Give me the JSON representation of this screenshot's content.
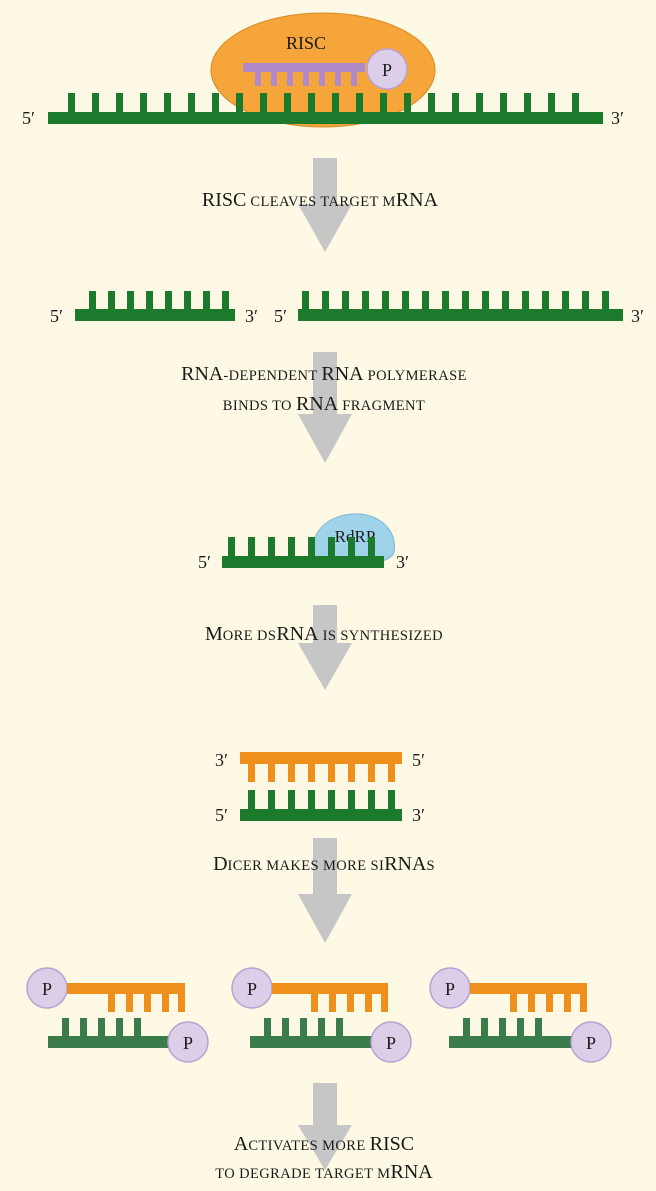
{
  "colors": {
    "background": "#fdf9e4",
    "mrna_green": "#1c7a2c",
    "sirna_green": "#3a7d4a",
    "dsrna_orange": "#f0901c",
    "risc_orange": "#f6a53a",
    "guide_purple": "#b08ac8",
    "phosphate_purple": "#dccde9",
    "rdrp_blue": "#9fd3ea",
    "arrow_gray": "#c6c6c6"
  },
  "icons": {
    "risc_complex": "orange-ellipse",
    "rdrp_enzyme": "blue-blob",
    "phosphate": "circle-with-P",
    "process_arrow": "down-arrow"
  },
  "labels": {
    "risc": "RISC",
    "rdrp": "RdRP",
    "phosphate": "P",
    "five_prime": "5′",
    "three_prime": "3′"
  },
  "steps": {
    "risc_cleaves": {
      "big": "RISC",
      "small": " cleaves target m",
      "tail": "RNA"
    },
    "rdrp_binds": {
      "line1": [
        {
          "t": "RNA",
          "s": false
        },
        {
          "t": "-dependent ",
          "s": true
        },
        {
          "t": "RNA",
          "s": false
        },
        {
          "t": " polymerase",
          "s": true
        }
      ],
      "line2": [
        {
          "t": "binds to ",
          "s": true
        },
        {
          "t": "RNA",
          "s": false
        },
        {
          "t": " fragment",
          "s": true
        }
      ]
    },
    "more_dsrna": [
      {
        "t": "M",
        "s": false
      },
      {
        "t": "ore ds",
        "s": true
      },
      {
        "t": "RNA",
        "s": false
      },
      {
        "t": " is synthesized",
        "s": true
      }
    ],
    "dicer": [
      {
        "t": "D",
        "s": false
      },
      {
        "t": "icer makes more si",
        "s": true
      },
      {
        "t": "RNA",
        "s": false
      },
      {
        "t": "s",
        "s": true
      }
    ],
    "activates": {
      "line1": [
        {
          "t": "A",
          "s": false
        },
        {
          "t": "ctivates more ",
          "s": true
        },
        {
          "t": "RISC",
          "s": false
        }
      ],
      "line2": [
        {
          "t": "to degrade target m",
          "s": true
        },
        {
          "t": "RNA",
          "s": false
        }
      ]
    }
  }
}
